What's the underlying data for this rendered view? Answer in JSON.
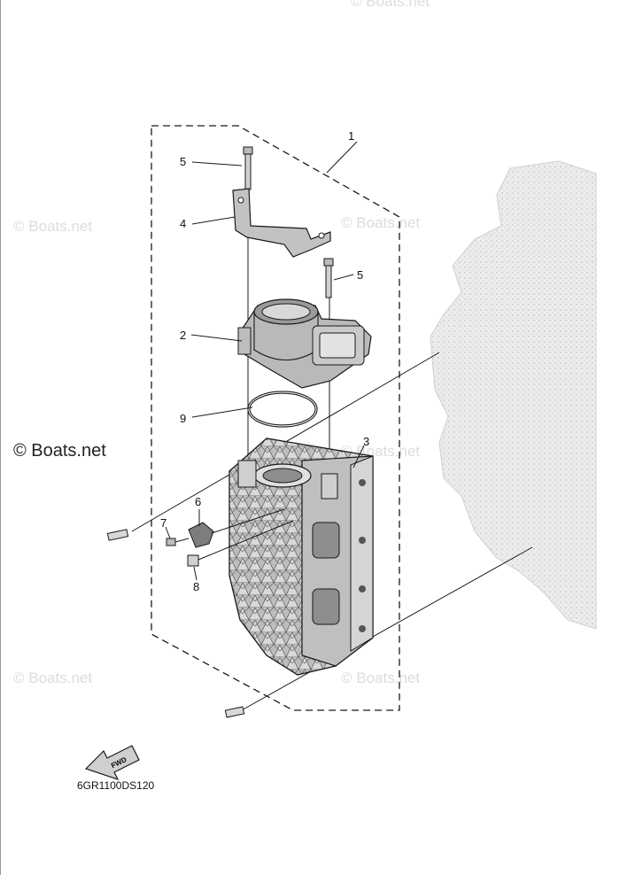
{
  "watermarks": {
    "text": "© Boats.net"
  },
  "callouts": [
    {
      "id": "1",
      "label": "1"
    },
    {
      "id": "2",
      "label": "2"
    },
    {
      "id": "3",
      "label": "3"
    },
    {
      "id": "4",
      "label": "4"
    },
    {
      "id": "5a",
      "label": "5"
    },
    {
      "id": "5b",
      "label": "5"
    },
    {
      "id": "6",
      "label": "6"
    },
    {
      "id": "7",
      "label": "7"
    },
    {
      "id": "8",
      "label": "8"
    },
    {
      "id": "9",
      "label": "9"
    }
  ],
  "fwd_arrow_label": "FWD",
  "diagram_code": "6GR1100DS120",
  "colors": {
    "line": "#1a1a1a",
    "part_fill": "#c8c8c8",
    "part_dark": "#7a7a7a",
    "engine_ghost": "#e2e2e2"
  }
}
